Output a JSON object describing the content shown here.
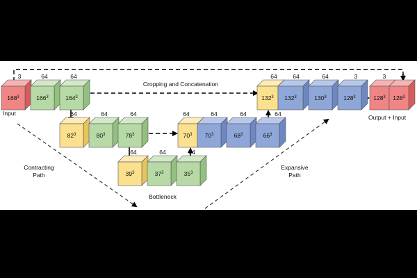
{
  "labels": {
    "input": "Input",
    "output": "Output + Input",
    "cropping": "Cropping and Concatenation",
    "contracting_line1": "Contracting",
    "contracting_line2": "Path",
    "expansive_line1": "Expansive",
    "expansive_line2": "Path",
    "bottleneck": "Bottleneck"
  },
  "colors": {
    "red_front": "#f08585",
    "red_top": "#f6b3b3",
    "red_side": "#d85c5c",
    "green_front": "#b7d9a6",
    "green_top": "#d3e8c8",
    "green_side": "#93bf7f",
    "yellow_front": "#fbe08e",
    "yellow_top": "#fdecb7",
    "yellow_side": "#e8c45a",
    "blue_front": "#8fa7d8",
    "blue_top": "#b7c8ea",
    "blue_side": "#6d87c2"
  },
  "blocks": [
    {
      "id": "input",
      "color": "red",
      "volume": "168",
      "channels": "3"
    },
    {
      "id": "enc1a",
      "color": "green",
      "volume": "166",
      "channels": "64"
    },
    {
      "id": "enc1b",
      "color": "green",
      "volume": "164",
      "channels": "64"
    },
    {
      "id": "enc2a",
      "color": "yellow",
      "volume": "82",
      "channels": "64"
    },
    {
      "id": "enc2b",
      "color": "green",
      "volume": "80",
      "channels": "64"
    },
    {
      "id": "enc2c",
      "color": "green",
      "volume": "78",
      "channels": "64"
    },
    {
      "id": "bot1",
      "color": "yellow",
      "volume": "39",
      "channels": "64"
    },
    {
      "id": "bot2",
      "color": "green",
      "volume": "37",
      "channels": "64"
    },
    {
      "id": "bot3",
      "color": "green",
      "volume": "35",
      "channels": "64"
    },
    {
      "id": "dec2up",
      "color": "yellow",
      "volume": "70",
      "channels": "64"
    },
    {
      "id": "dec2skip",
      "color": "blue",
      "volume": "70",
      "channels": "64"
    },
    {
      "id": "dec2b",
      "color": "blue",
      "volume": "68",
      "channels": "64"
    },
    {
      "id": "dec2c",
      "color": "blue",
      "volume": "66",
      "channels": "64"
    },
    {
      "id": "dec1up",
      "color": "yellow",
      "volume": "132",
      "channels": "64"
    },
    {
      "id": "dec1skip",
      "color": "blue",
      "volume": "132",
      "channels": "64"
    },
    {
      "id": "dec1b",
      "color": "blue",
      "volume": "130",
      "channels": "64"
    },
    {
      "id": "dec1c",
      "color": "blue",
      "volume": "128",
      "channels": "3"
    },
    {
      "id": "out1",
      "color": "red",
      "volume": "128",
      "channels": "3"
    },
    {
      "id": "out2",
      "color": "red",
      "volume": "128",
      "channels": "3"
    }
  ]
}
